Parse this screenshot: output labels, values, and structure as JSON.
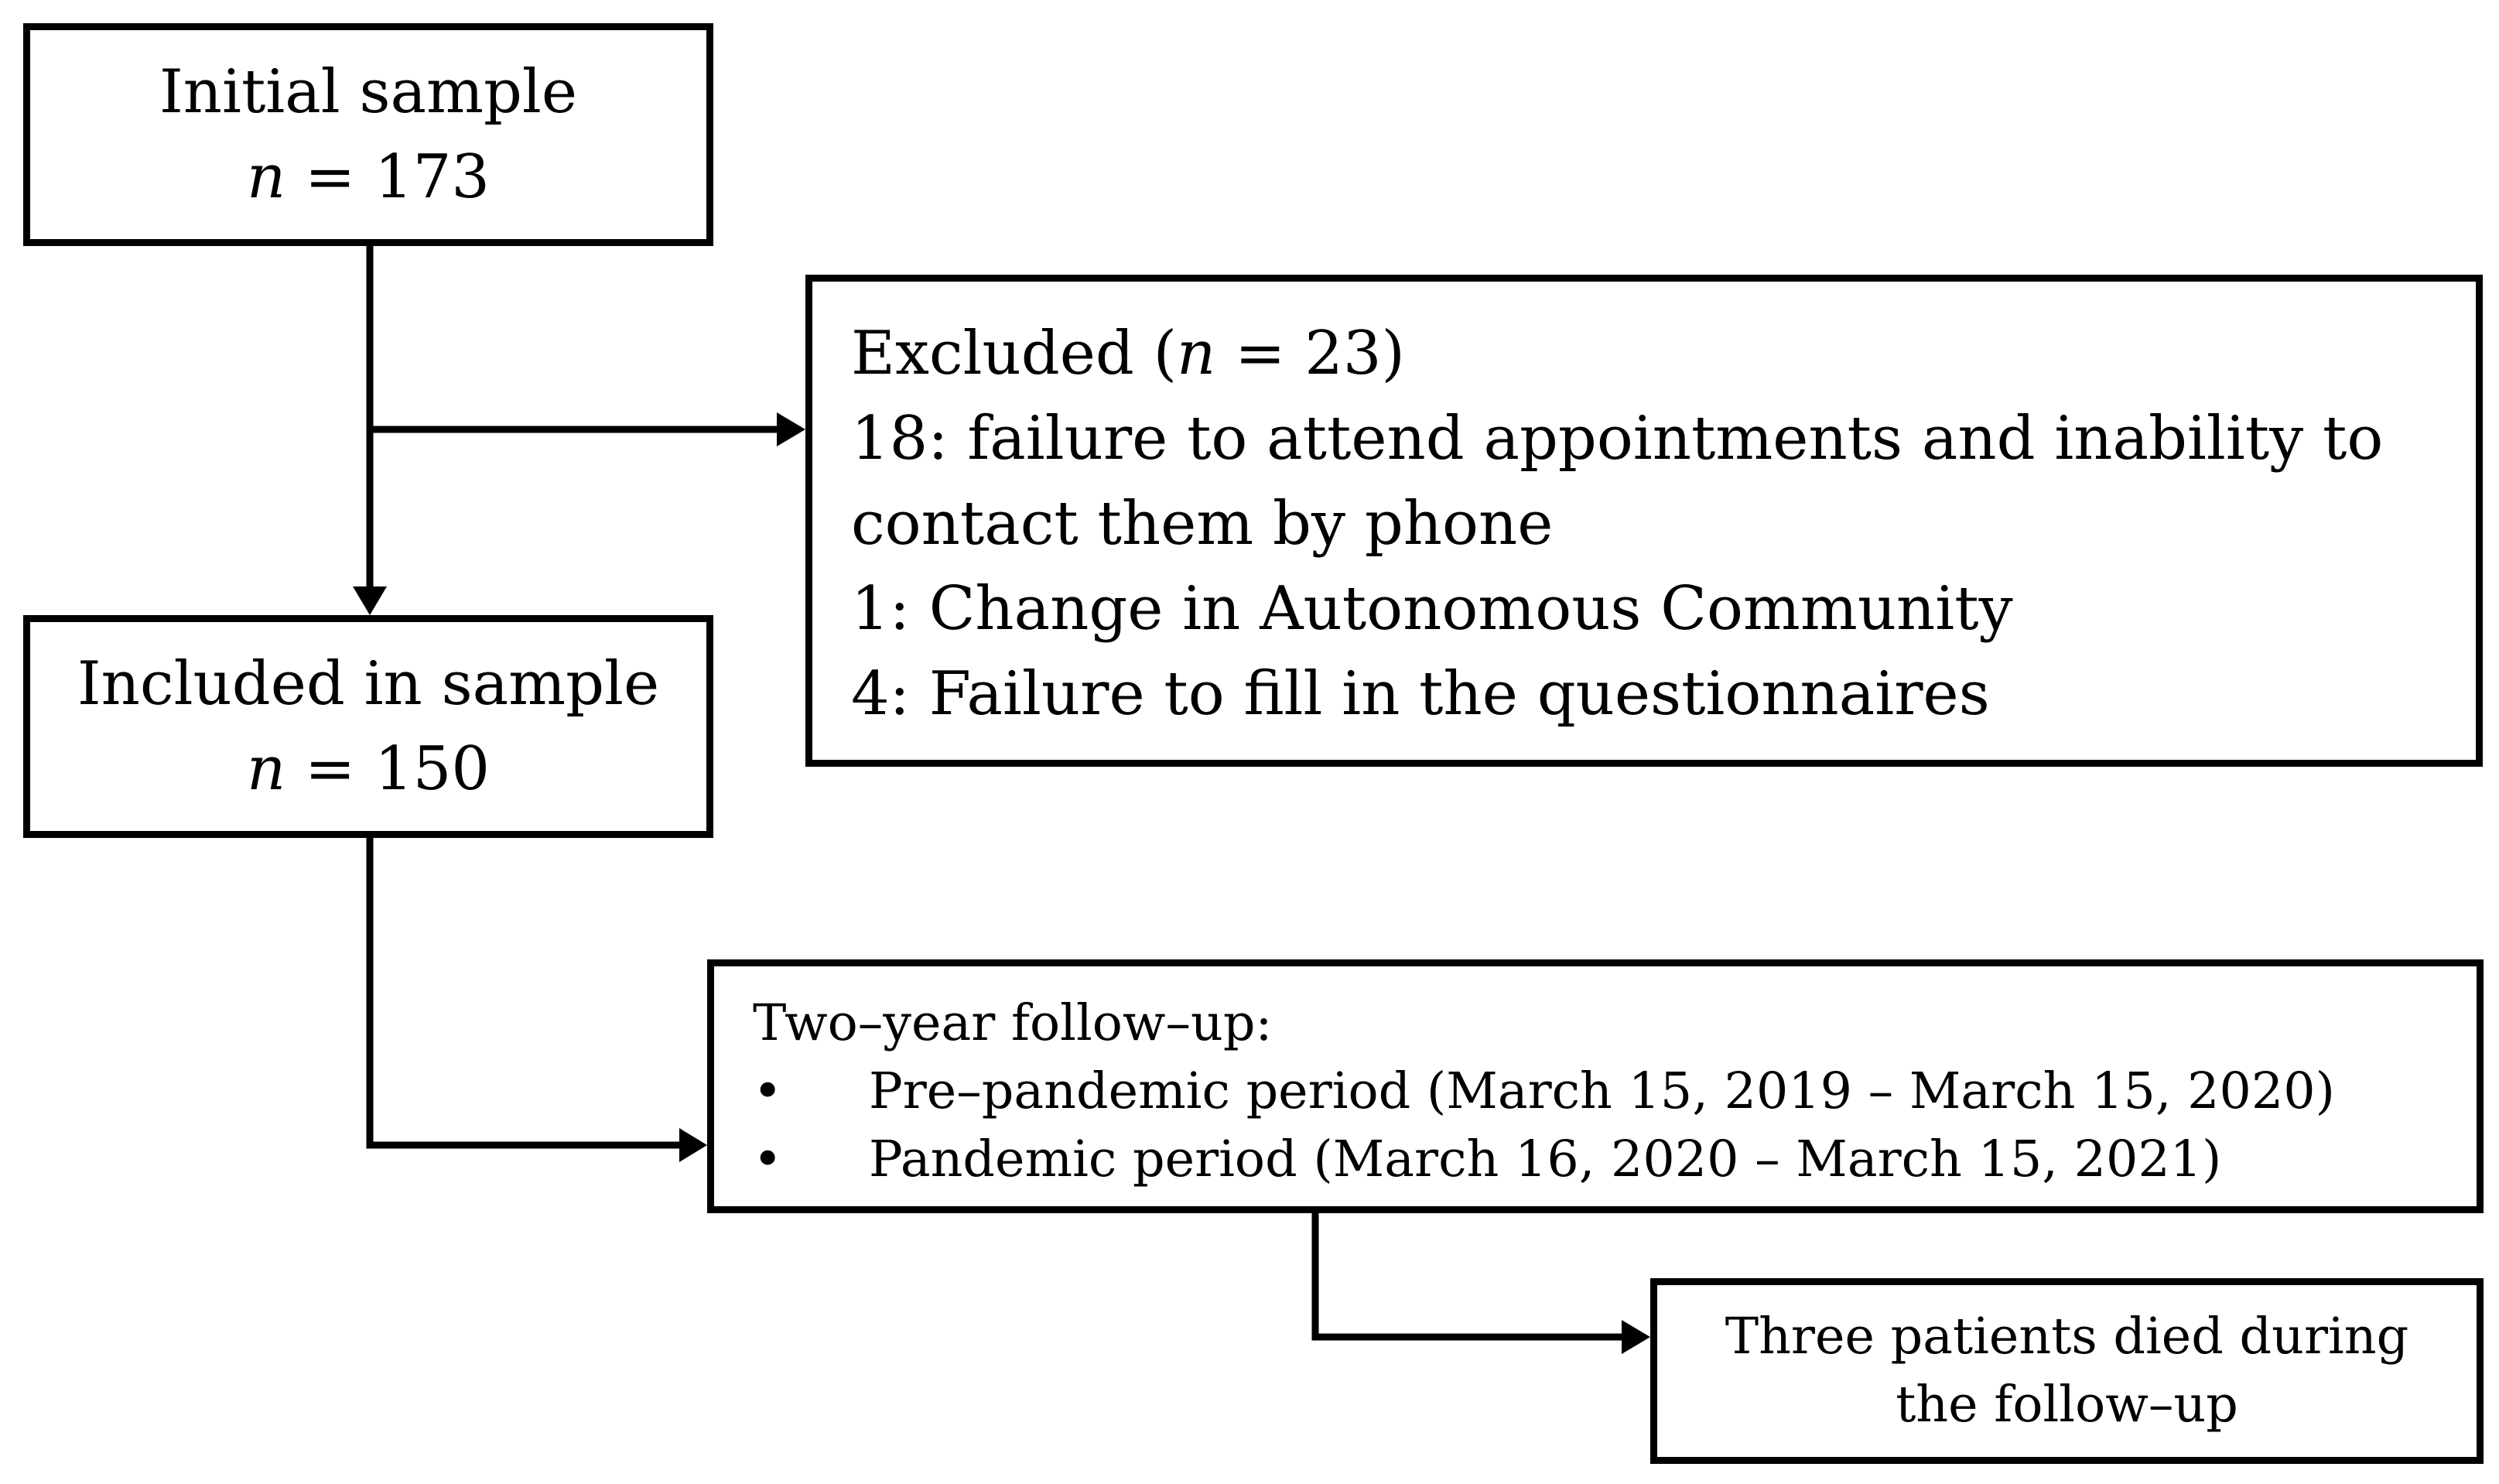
{
  "initial": {
    "title": "Initial sample",
    "n_label": "n",
    "n_rest": " = 173"
  },
  "excluded": {
    "head_pre": "Excluded (",
    "n_label": "n",
    "head_post": " = 23)",
    "lines": [
      "18: failure to attend appointments and inability to",
      "contact them by phone",
      "1: Change in Autonomous Community",
      "4: Failure to fill in the questionnaires"
    ]
  },
  "included": {
    "title": "Included in sample",
    "n_label": "n",
    "n_rest": " = 150"
  },
  "followup": {
    "title": "Two–year follow–up:",
    "bullet": "•",
    "items": [
      "Pre–pandemic period (March 15, 2019 – March 15, 2020)",
      "Pandemic period (March 16, 2020 – March 15, 2021)"
    ]
  },
  "died": {
    "lines": [
      "Three patients died during",
      "the follow–up"
    ]
  }
}
